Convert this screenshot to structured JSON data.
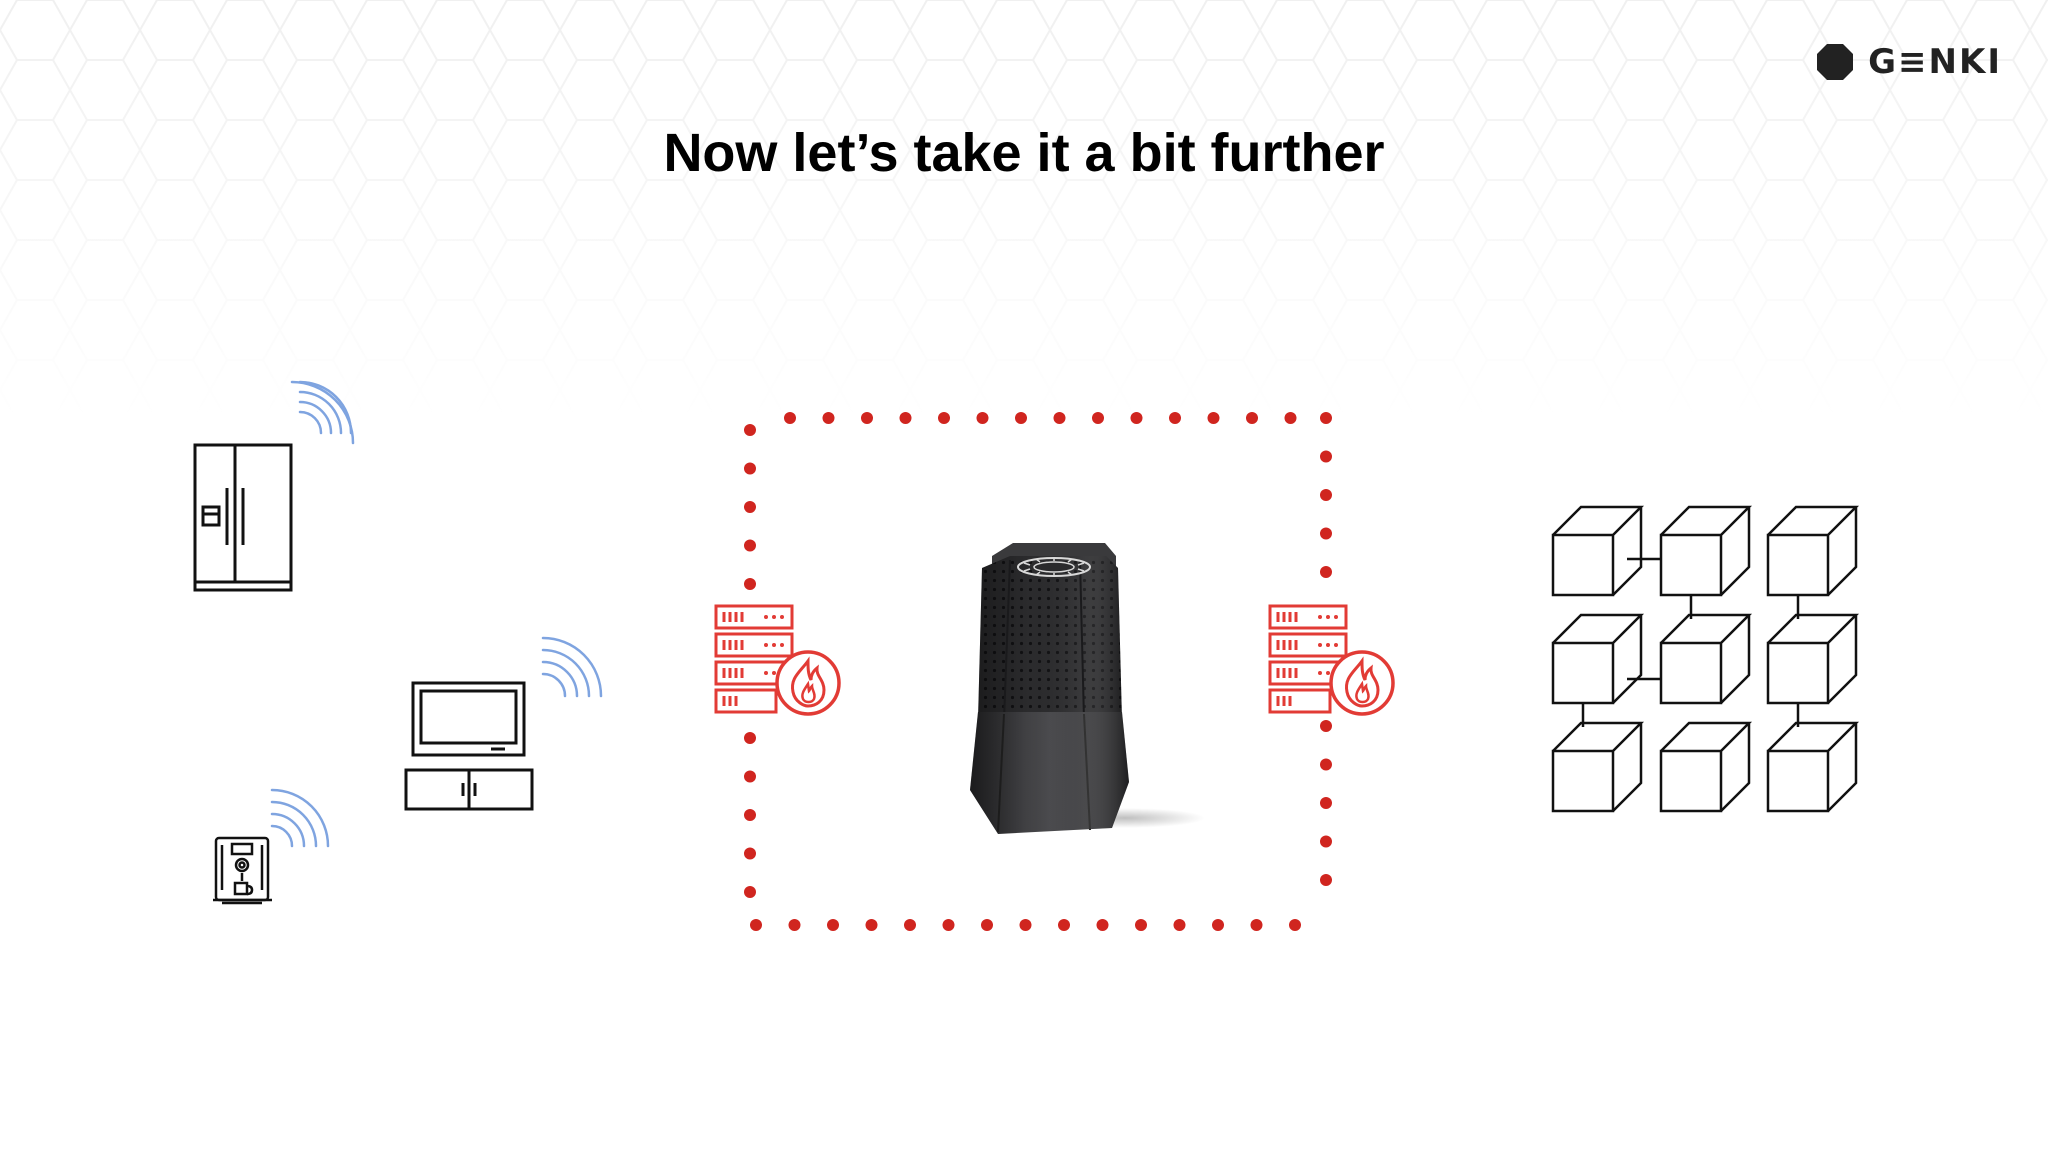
{
  "slide": {
    "title": "Now let’s take it a bit further"
  },
  "brand": {
    "name": "G≡NKI",
    "accent_color": "#e23b35",
    "wifi_color": "#7fa4e0",
    "line_color": "#111111"
  },
  "icons": {
    "devices": [
      "fridge-icon",
      "tv-console-icon",
      "coffee-machine-icon"
    ],
    "signals": [
      "wifi-signal-icon"
    ],
    "security": [
      "server-firewall-icon"
    ],
    "center": "smart-speaker-image",
    "network": "cube-grid-icon"
  }
}
